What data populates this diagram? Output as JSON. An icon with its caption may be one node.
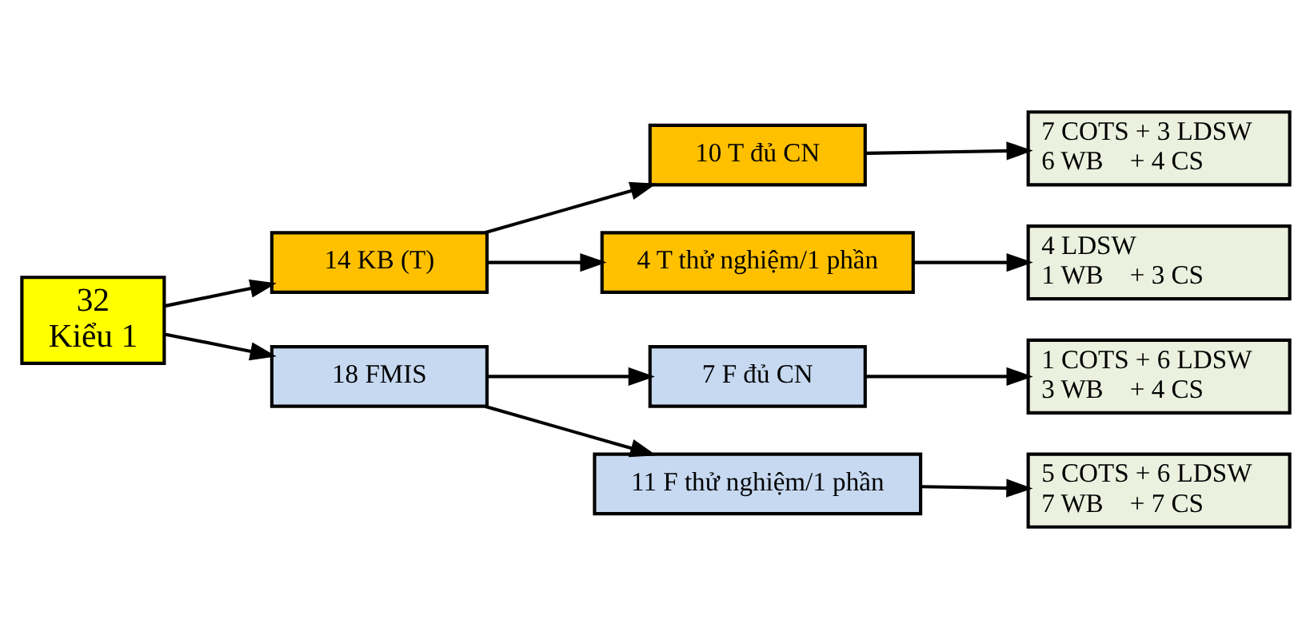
{
  "diagram": {
    "nodes": [
      {
        "text": [
          "32",
          "Kiểu 1"
        ]
      },
      {
        "text": [
          "14 KB (T)"
        ]
      },
      {
        "text": [
          "18 FMIS"
        ]
      },
      {
        "text": [
          "10 T đủ CN"
        ]
      },
      {
        "text": [
          "7 F đủ CN"
        ]
      },
      {
        "text": [
          "4 T thử nghiệm/1 phần"
        ]
      },
      {
        "text": [
          "11 F thử nghiệm/1 phần"
        ]
      },
      {
        "text": [
          "7 COTS + 3 LDSW",
          "6 WB    + 4 CS"
        ]
      },
      {
        "text": [
          "1 COTS + 6 LDSW",
          "3 WB    + 4 CS"
        ]
      },
      {
        "text": [
          "4 LDSW",
          "1 WB    + 3 CS"
        ]
      },
      {
        "text": [
          "5 COTS + 6 LDSW",
          "7 WB    + 7 CS"
        ]
      }
    ],
    "edges": [
      {
        "from": 0,
        "to": 1,
        "arrow": "to"
      },
      {
        "from": 0,
        "to": 2,
        "arrow": "to"
      },
      {
        "from": 1,
        "to": 3,
        "arrow": "to"
      },
      {
        "from": 1,
        "to": 5,
        "arrow": "to"
      },
      {
        "from": 2,
        "to": 4,
        "arrow": "to"
      },
      {
        "from": 2,
        "to": 6,
        "arrow": "to"
      },
      {
        "from": 3,
        "to": 7,
        "arrow": "to"
      },
      {
        "from": 4,
        "to": 8,
        "arrow": "to"
      },
      {
        "from": 5,
        "to": 9,
        "arrow": "to"
      },
      {
        "from": 6,
        "to": 10,
        "arrow": "to"
      }
    ]
  }
}
